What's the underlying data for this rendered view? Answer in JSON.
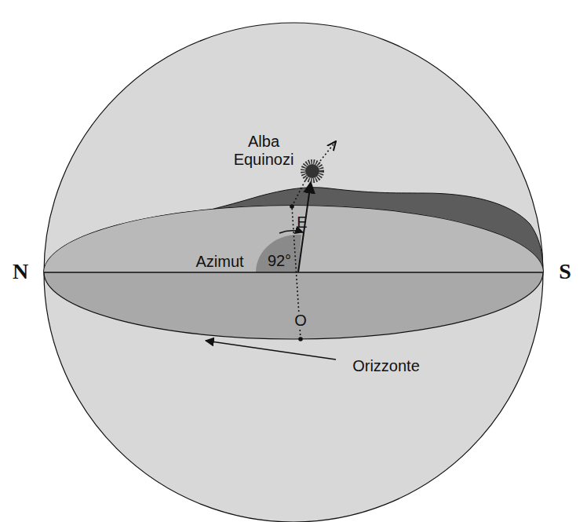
{
  "diagram": {
    "labels": [
      "Alba Equinozi",
      "E",
      "N",
      "Azimut",
      "92°",
      "S",
      "O",
      "Orizzonte"
    ]
  }
}
